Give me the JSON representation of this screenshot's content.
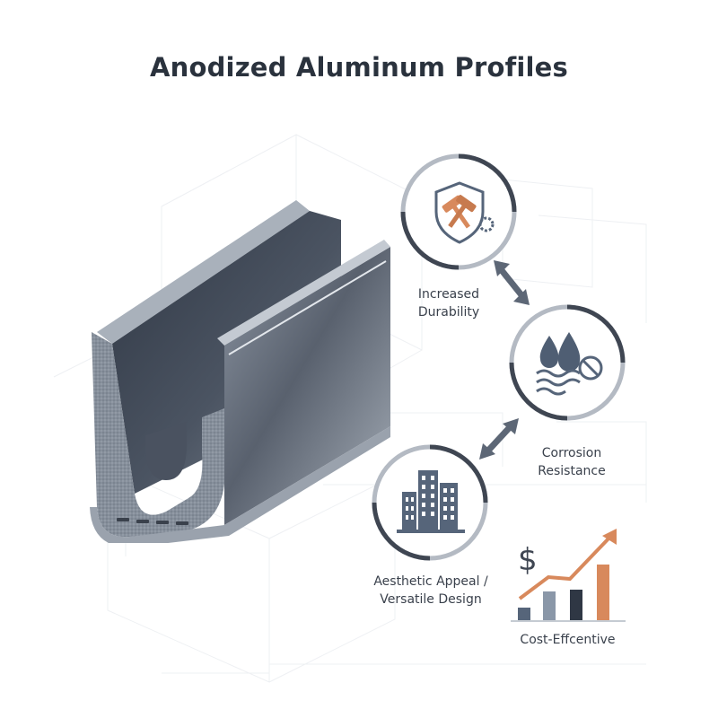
{
  "title": "Anodized Aluminum Profiles",
  "features": {
    "durability": {
      "label_line1": "Increased",
      "label_line2": "Durability",
      "icon": "shield-hammer-icon"
    },
    "corrosion": {
      "label_line1": "Corrosion",
      "label_line2": "Resistance",
      "icon": "water-drops-icon"
    },
    "aesthetic": {
      "label_line1": "Aesthetic Appeal /",
      "label_line2": "Versatile Design",
      "icon": "buildings-icon"
    },
    "cost": {
      "label": "Cost-Effcentive",
      "currency_symbol": "$",
      "icon": "growth-chart-icon"
    }
  },
  "colors": {
    "title": "#2a323d",
    "accent_copper": "#d8895c",
    "ring_dark": "#3f4652",
    "ring_light": "#b4bac3",
    "icon_slate": "#56657a",
    "arrow": "#5d6776"
  }
}
